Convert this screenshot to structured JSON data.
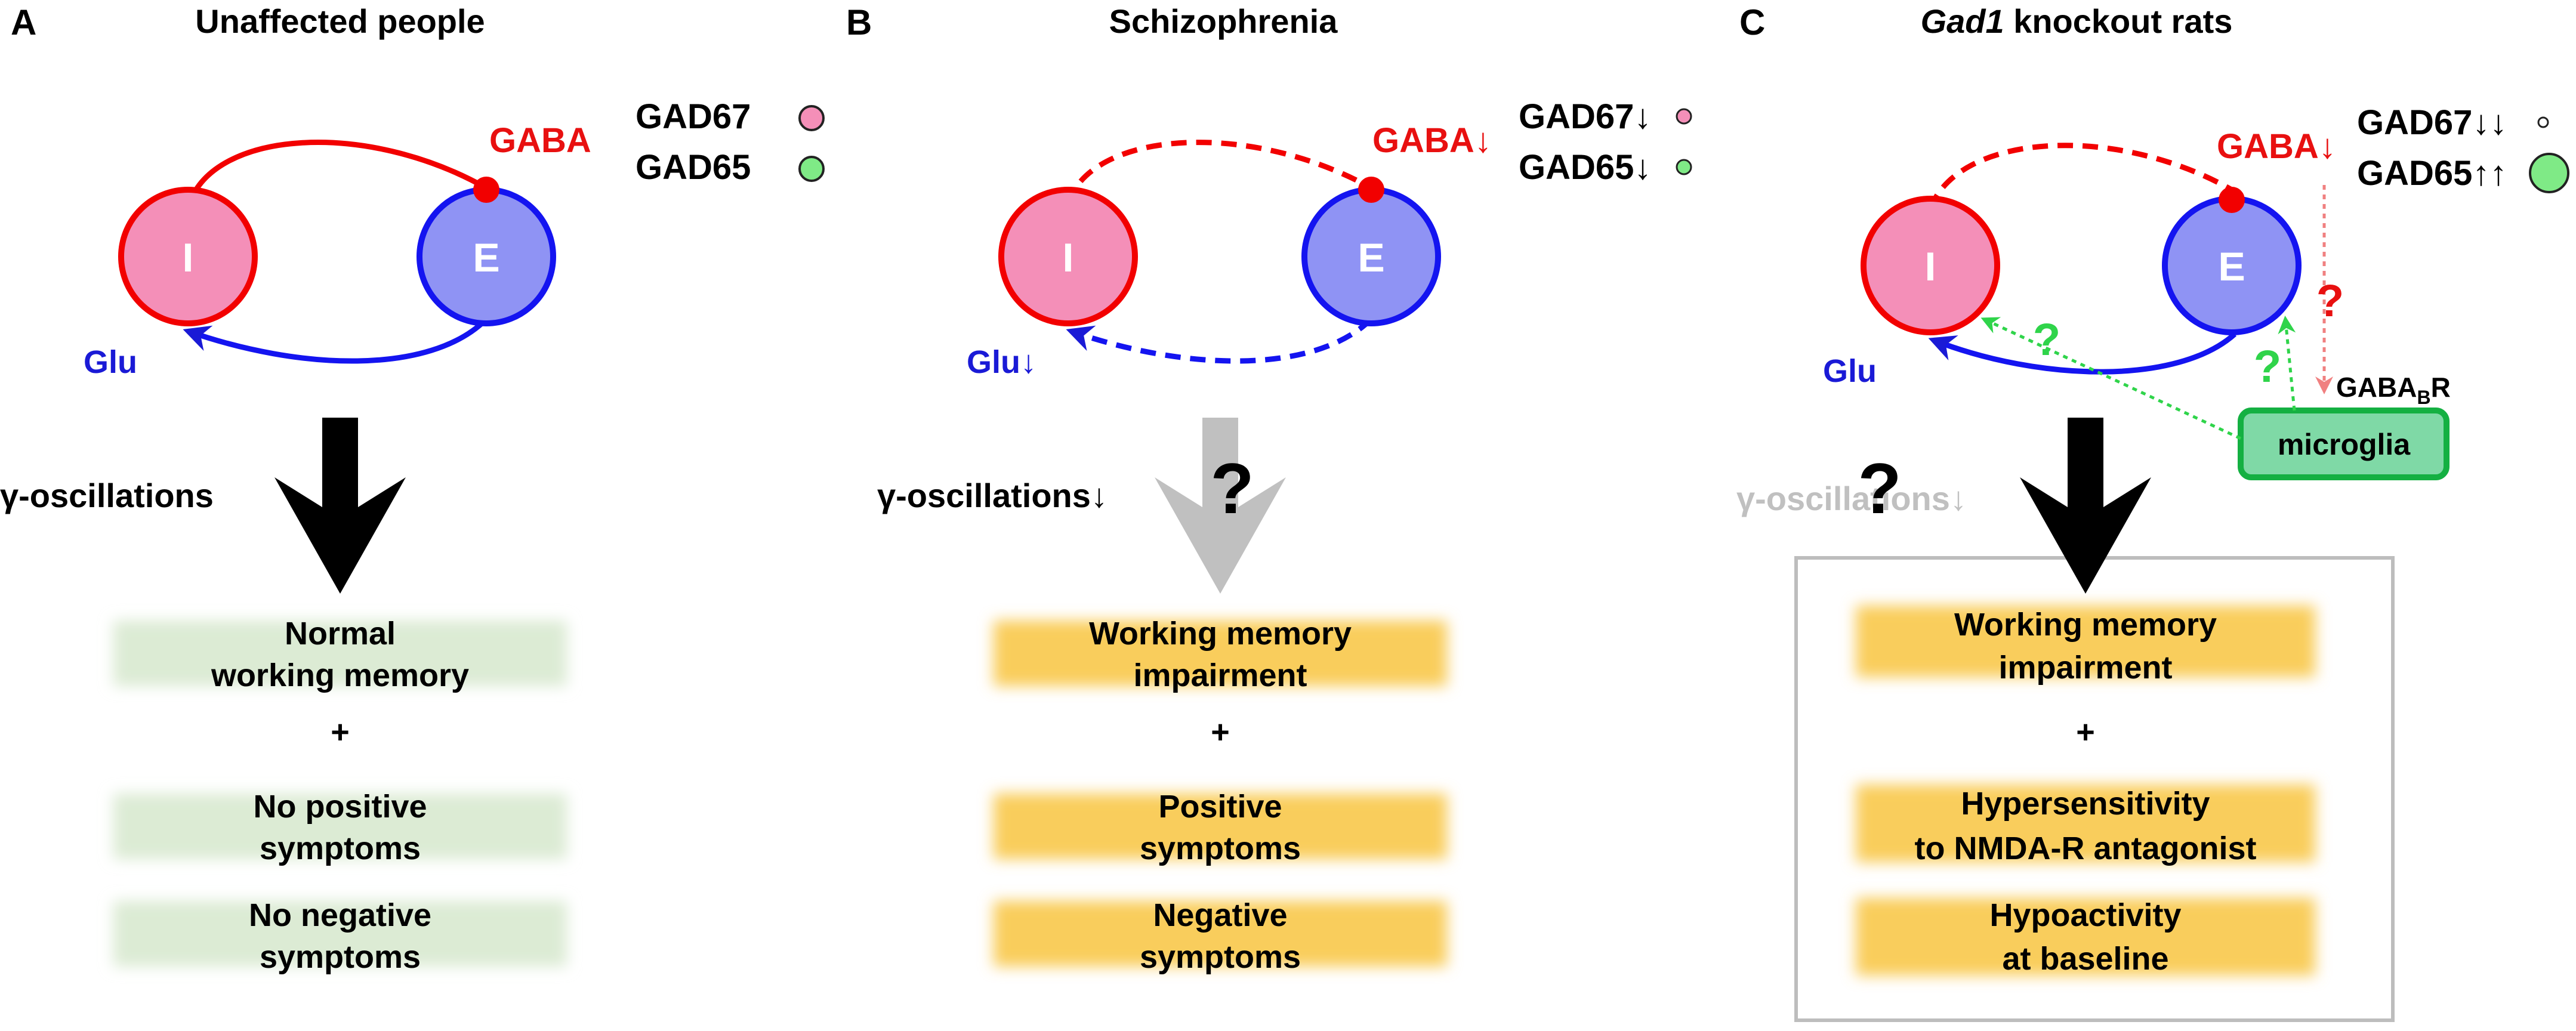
{
  "panels": [
    {
      "letter": "A",
      "title": "Unaffected people",
      "gaba_label": "GABA",
      "glu_label": "Glu",
      "inhibitory_label": "I",
      "excitatory_label": "E",
      "legend": [
        {
          "label": "GAD67",
          "color": "#f48fb8"
        },
        {
          "label": "GAD65",
          "color": "#7fea86"
        }
      ],
      "oscillation_label": "γ-oscillations",
      "outcomes": [
        {
          "lines": [
            "Normal",
            "working memory"
          ]
        },
        {
          "lines": [
            "No positive",
            "symptoms"
          ]
        },
        {
          "lines": [
            "No negative",
            "symptoms"
          ]
        }
      ],
      "plus": "+"
    },
    {
      "letter": "B",
      "title": "Schizophrenia",
      "gaba_label": "GABA↓",
      "glu_label": "Glu↓",
      "inhibitory_label": "I",
      "excitatory_label": "E",
      "legend": [
        {
          "label": "GAD67↓",
          "color": "#f48fb8"
        },
        {
          "label": "GAD65↓",
          "color": "#7fea86"
        }
      ],
      "oscillation_label": "γ-oscillations↓",
      "question": "?",
      "outcomes": [
        {
          "lines": [
            "Working memory",
            "impairment"
          ]
        },
        {
          "lines": [
            "Positive",
            "symptoms"
          ]
        },
        {
          "lines": [
            "Negative",
            "symptoms"
          ]
        }
      ],
      "plus": "+"
    },
    {
      "letter": "C",
      "title_italic": "Gad1",
      "title_rest": " knockout rats",
      "gaba_label": "GABA↓",
      "glu_label": "Glu",
      "inhibitory_label": "I",
      "excitatory_label": "E",
      "legend": [
        {
          "label": "GAD67↓↓",
          "color": "#ffffff"
        },
        {
          "label": "GAD65↑↑",
          "color": "#7fea86"
        }
      ],
      "receptor_label": "GABA",
      "receptor_sub": "B",
      "receptor_suffix": "R",
      "microglia_label": "microglia",
      "question": "?",
      "oscillation_label": "γ-oscillations↓",
      "outcomes": [
        {
          "lines": [
            "Working memory",
            "impairment"
          ]
        },
        {
          "lines": [
            "Hypersensitivity",
            "to NMDA-R antagonist"
          ]
        },
        {
          "lines": [
            "Hypoactivity",
            "at baseline"
          ]
        }
      ],
      "plus": "+"
    }
  ],
  "colors": {
    "inhibitory_fill": "#f48fb8",
    "inhibitory_stroke": "#f20000",
    "excitatory_fill": "#8f93f4",
    "excitatory_stroke": "#1414f0",
    "gaba_red": "#e81010",
    "glu_blue": "#1a1ad6",
    "normal_outcome": "#dcebd4",
    "impaired_outcome": "#f9cd5c",
    "microglia_fill": "#7fd9a6",
    "microglia_stroke": "#14b042",
    "green_question": "#2fd44a",
    "faded_gray": "#c0c0c0"
  }
}
